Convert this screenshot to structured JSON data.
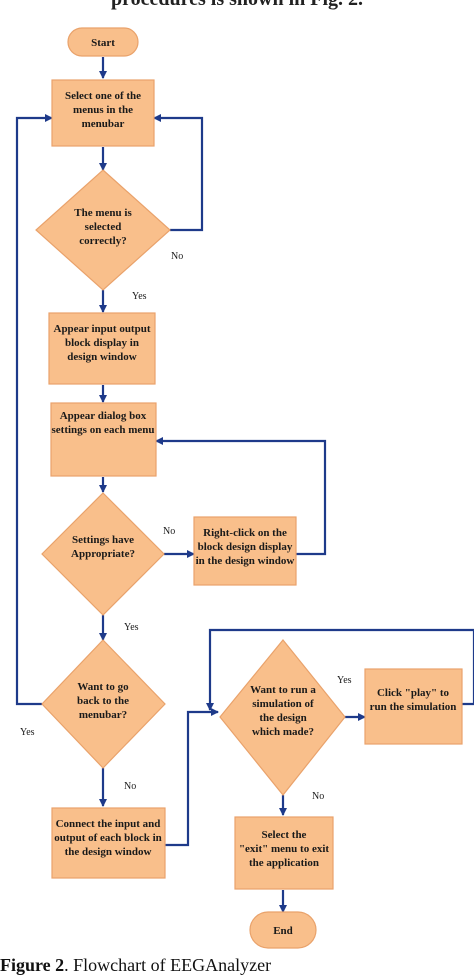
{
  "top_caption": "procedures is shown in Fig. 2.",
  "caption": {
    "label": "Figure 2",
    "text": ". Flowchart of EEGAnalyzer"
  },
  "colors": {
    "fill": "#f9bf8b",
    "stroke": "#e9a26b",
    "connector": "#1e3a8a"
  },
  "nodes": {
    "start": [
      "Start"
    ],
    "select_menu": [
      "Select one of the",
      "menus in the",
      "menubar"
    ],
    "menu_selected": [
      "The menu is",
      "selected",
      "correctly?"
    ],
    "appear_block": [
      "Appear input output",
      "block display in",
      "design window"
    ],
    "appear_dialog": [
      "Appear dialog box",
      "settings on each menu"
    ],
    "settings_ok": [
      "Settings have",
      "Appropriate?"
    ],
    "right_click": [
      "Right-click on the",
      "block design display",
      "in the design window"
    ],
    "go_back": [
      "Want to go",
      "back to the",
      "menubar?"
    ],
    "connect": [
      "Connect the input and",
      "output of each block in",
      "the design window"
    ],
    "run_sim": [
      "Want to run a",
      "simulation of",
      "the design",
      "which made?"
    ],
    "click_play": [
      "Click \"play\" to",
      "run the simulation"
    ],
    "select_exit": [
      "Select the",
      "\"exit\" menu  to exit",
      "the application"
    ],
    "end": [
      "End"
    ]
  },
  "edge_labels": {
    "menu_no": "No",
    "menu_yes": "Yes",
    "settings_no": "No",
    "settings_yes": "Yes",
    "goback_yes": "Yes",
    "goback_no": "No",
    "run_yes": "Yes",
    "run_no": "No"
  }
}
